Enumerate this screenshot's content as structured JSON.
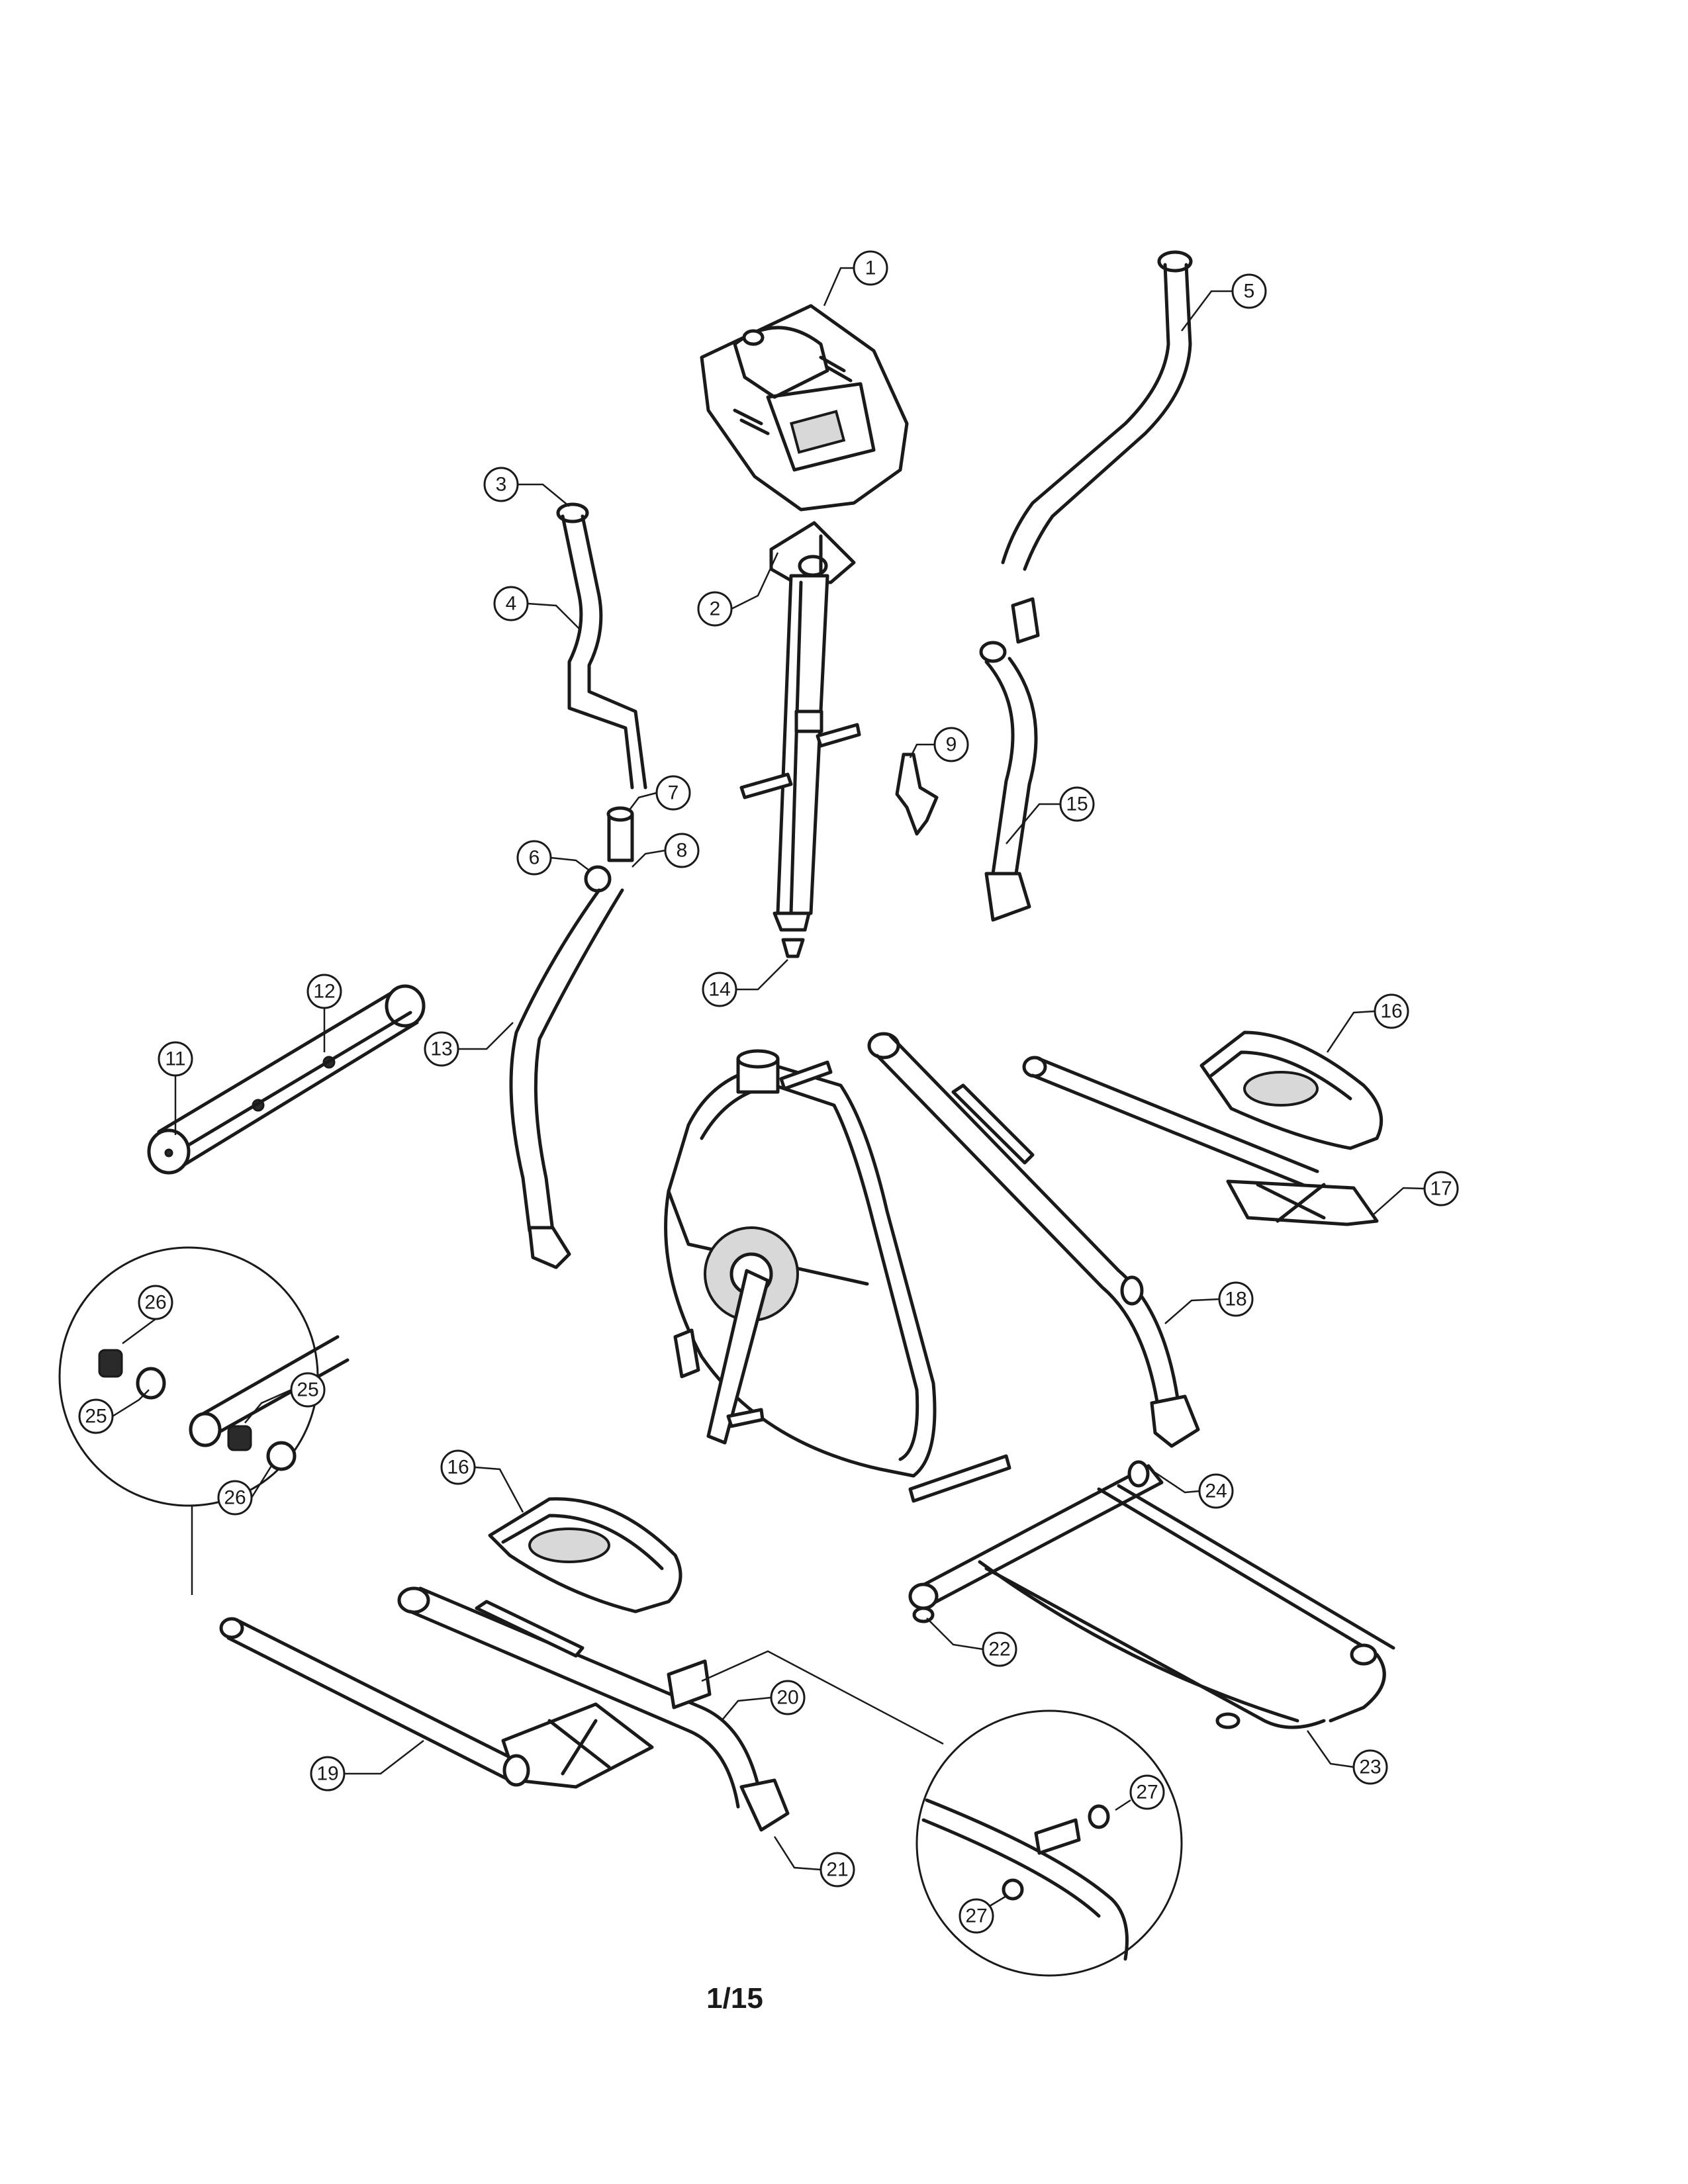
{
  "diagram": {
    "type": "exploded-parts-view",
    "page_number": "1/15",
    "callouts": [
      {
        "label": "1"
      },
      {
        "label": "2"
      },
      {
        "label": "3"
      },
      {
        "label": "4"
      },
      {
        "label": "5"
      },
      {
        "label": "6"
      },
      {
        "label": "7"
      },
      {
        "label": "8"
      },
      {
        "label": "9"
      },
      {
        "label": "11"
      },
      {
        "label": "12"
      },
      {
        "label": "13"
      },
      {
        "label": "14"
      },
      {
        "label": "15"
      },
      {
        "label": "16"
      },
      {
        "label": "17"
      },
      {
        "label": "18"
      },
      {
        "label": "26"
      },
      {
        "label": "25"
      },
      {
        "label": "25"
      },
      {
        "label": "26"
      },
      {
        "label": "16"
      },
      {
        "label": "24"
      },
      {
        "label": "22"
      },
      {
        "label": "20"
      },
      {
        "label": "19"
      },
      {
        "label": "23"
      },
      {
        "label": "27"
      },
      {
        "label": "21"
      },
      {
        "label": "27"
      }
    ]
  }
}
